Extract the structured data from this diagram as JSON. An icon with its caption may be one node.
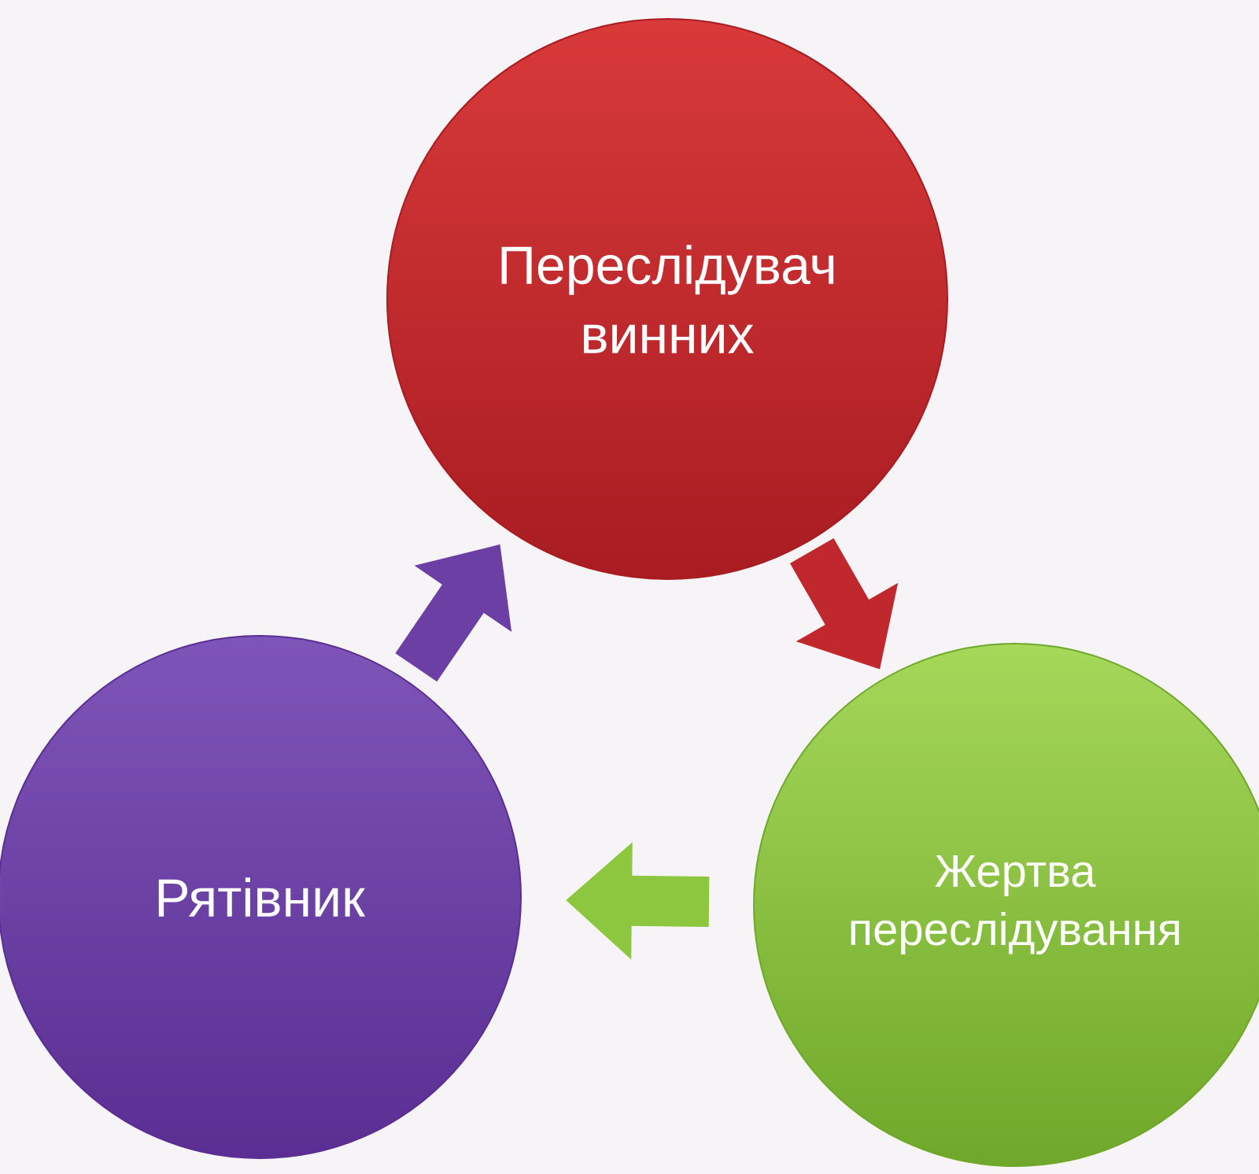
{
  "diagram": {
    "nodes": [
      {
        "text": [
          "Переслідувач винних"
        ]
      },
      {
        "text": [
          "Жертва переслідування"
        ]
      },
      {
        "text": [
          "Рятівник"
        ]
      }
    ],
    "edges": [
      {
        "from": 0,
        "to": 1,
        "arrow": "to",
        "color": "#c0282e"
      },
      {
        "from": 1,
        "to": 2,
        "arrow": "to",
        "color": "#8dc63f"
      },
      {
        "from": 2,
        "to": 0,
        "arrow": "to",
        "color": "#6b3fa3"
      }
    ]
  }
}
